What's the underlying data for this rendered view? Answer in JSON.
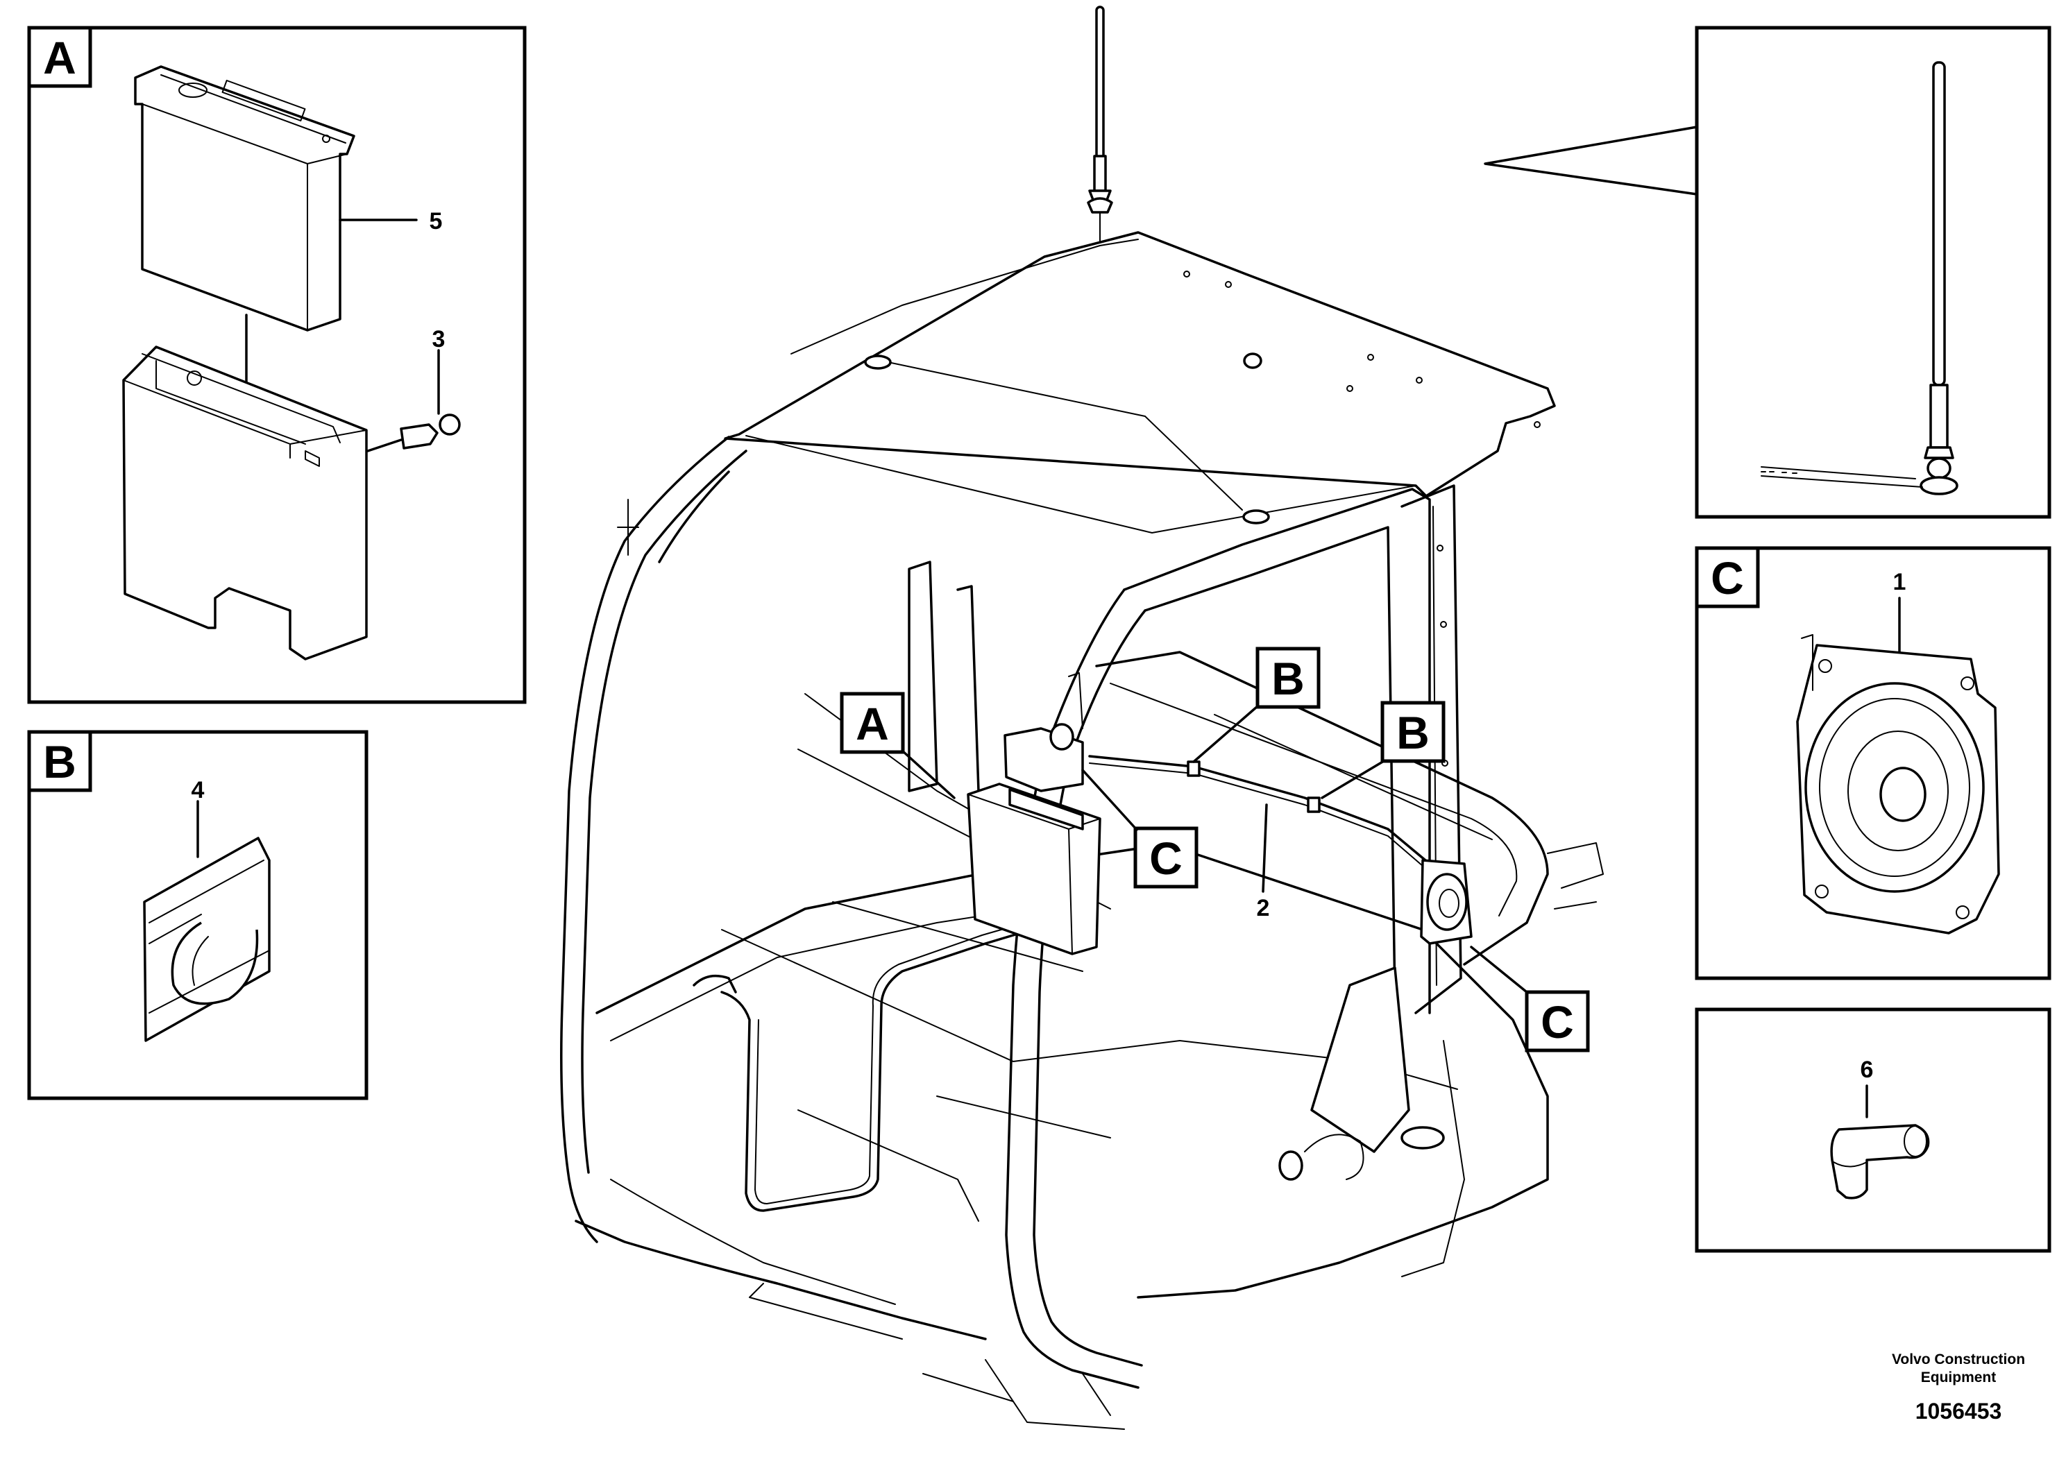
{
  "panels": {
    "a": {
      "tag": "A",
      "callouts": [
        "5",
        "3"
      ]
    },
    "b": {
      "tag": "B",
      "callouts": [
        "4"
      ]
    },
    "c": {
      "tag": "C",
      "callouts": [
        "1"
      ]
    },
    "antenna": {
      "tag": ""
    },
    "part6": {
      "callouts": [
        "6"
      ]
    }
  },
  "main_view": {
    "tags": [
      "A",
      "B",
      "B",
      "C",
      "C"
    ],
    "callouts": [
      "2"
    ]
  },
  "footer": {
    "company_line1": "Volvo Construction",
    "company_line2": "Equipment",
    "drawing_number": "1056453"
  }
}
